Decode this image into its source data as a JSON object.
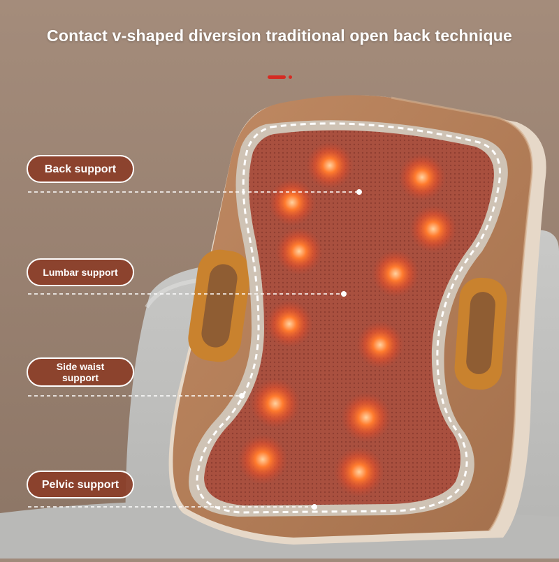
{
  "headline": "Contact v-shaped diversion traditional open back technique",
  "labels": {
    "back": "Back support",
    "lumbar": "Lumbar support",
    "side_waist_line1": "Side waist",
    "side_waist_line2": "support",
    "pelvic": "Pelvic support"
  },
  "colors": {
    "pill_fill": "#8b3e28",
    "accent": "#d62b22",
    "cushion_suede": "#b07a56",
    "mesh": "#a8503e",
    "heat_glow": "#ff6a1e"
  }
}
